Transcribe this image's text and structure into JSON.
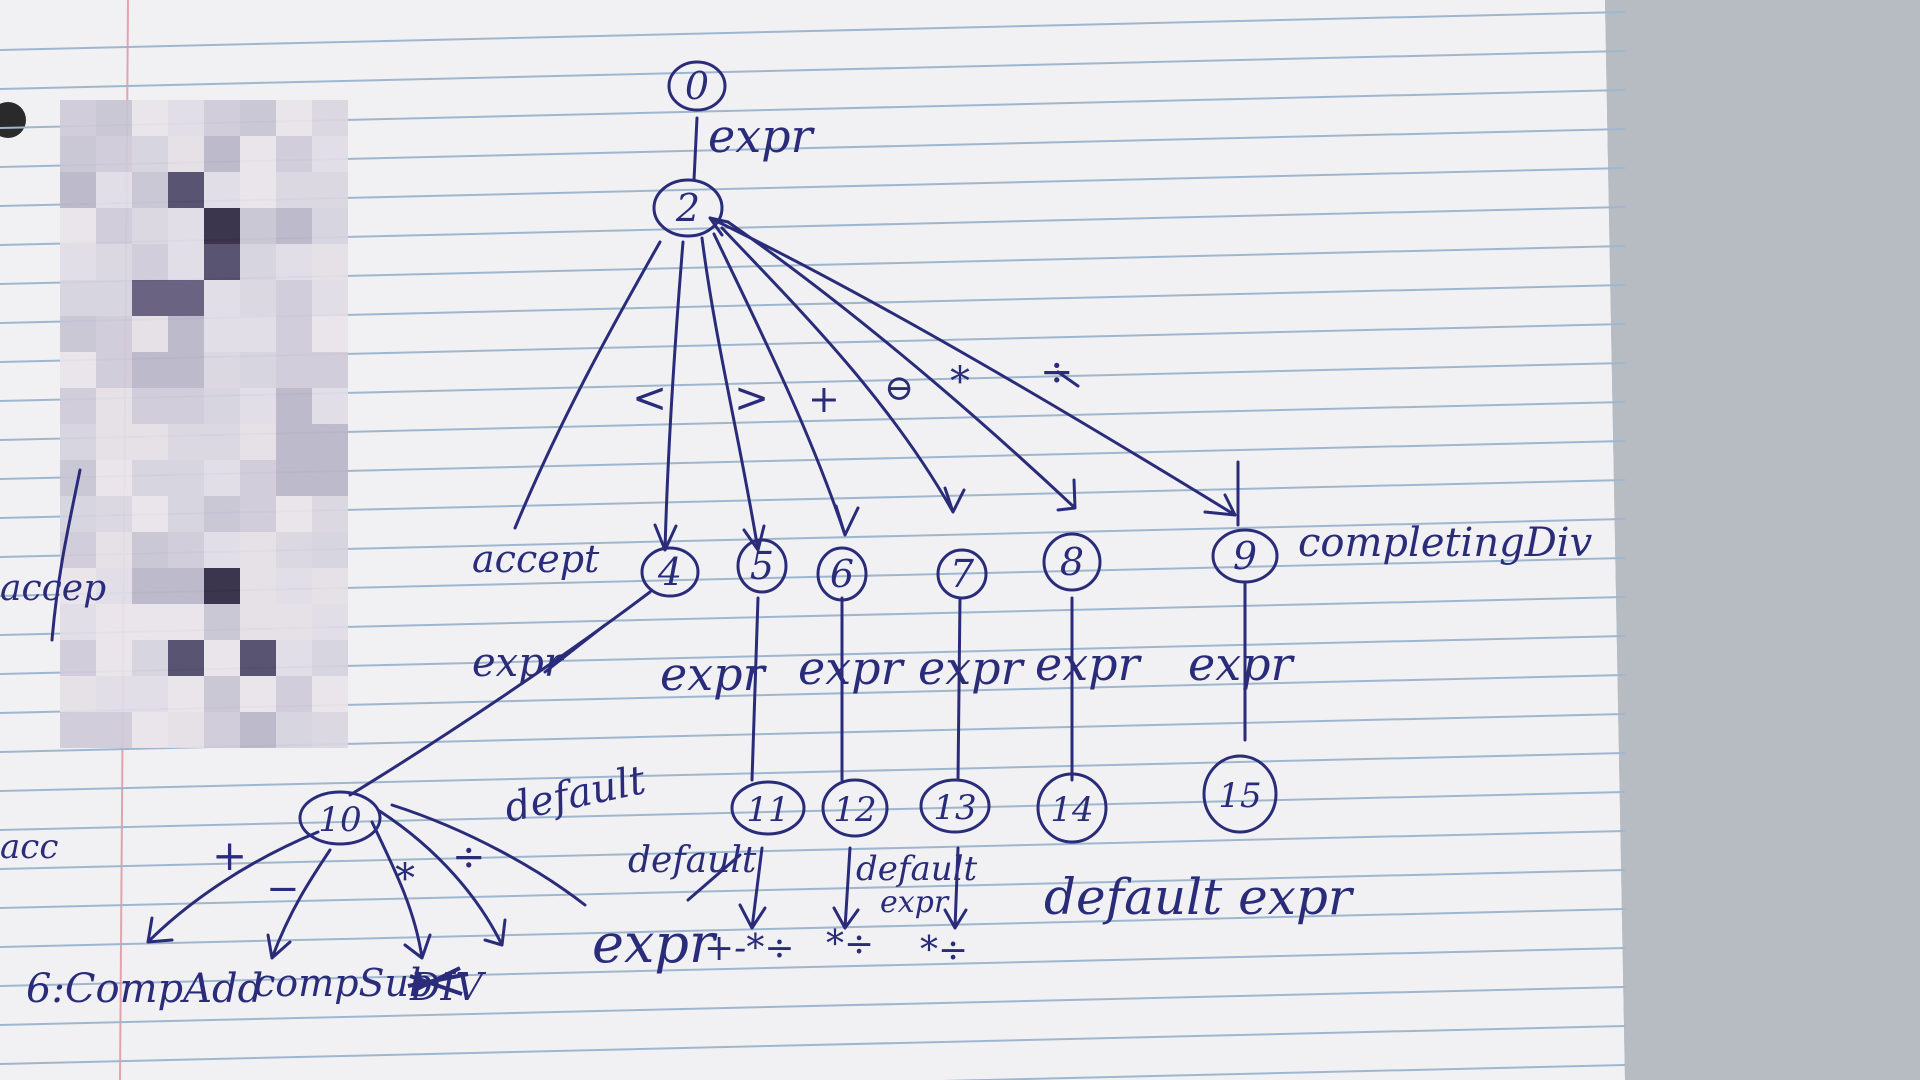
{
  "diagram": {
    "nodes": [
      {
        "id": "n0",
        "label": "0"
      },
      {
        "id": "n2",
        "label": "2"
      },
      {
        "id": "n4",
        "label": "4"
      },
      {
        "id": "n5",
        "label": "5"
      },
      {
        "id": "n6",
        "label": "6"
      },
      {
        "id": "n7",
        "label": "7"
      },
      {
        "id": "n8",
        "label": "8"
      },
      {
        "id": "n9",
        "label": "9"
      },
      {
        "id": "n10",
        "label": "10"
      },
      {
        "id": "n11",
        "label": "11"
      },
      {
        "id": "n12",
        "label": "12"
      },
      {
        "id": "n13",
        "label": "13"
      },
      {
        "id": "n14",
        "label": "14"
      },
      {
        "id": "n15",
        "label": "15"
      }
    ],
    "edge_labels": {
      "e0_2": "expr",
      "lt": "<",
      "gt": ">",
      "plus": "+",
      "minus": "⊖",
      "mul": "*",
      "div": "÷",
      "e4_10": "expr",
      "e5_11": "expr",
      "e6_12": "expr",
      "e7_13": "expr",
      "e8_14": "expr",
      "e9_15": "expr",
      "d10": "default",
      "d11": "default",
      "d12": "default",
      "d12_expr": "expr",
      "b_plus": "+",
      "b_minus": "−",
      "b_mul": "*",
      "b_div": "÷"
    },
    "texts": {
      "accept_main": "accept",
      "accept_margin": "accep",
      "acc_margin2": "acc",
      "completing": "completingDiv",
      "compadd": "6:CompAdd",
      "compsub": "compSub",
      "compdiv": "DIV",
      "expr_bottom": "expr",
      "ops_11": "+-*÷",
      "ops_12": "*÷",
      "ops_13": "*÷",
      "default15": "default expr"
    }
  }
}
